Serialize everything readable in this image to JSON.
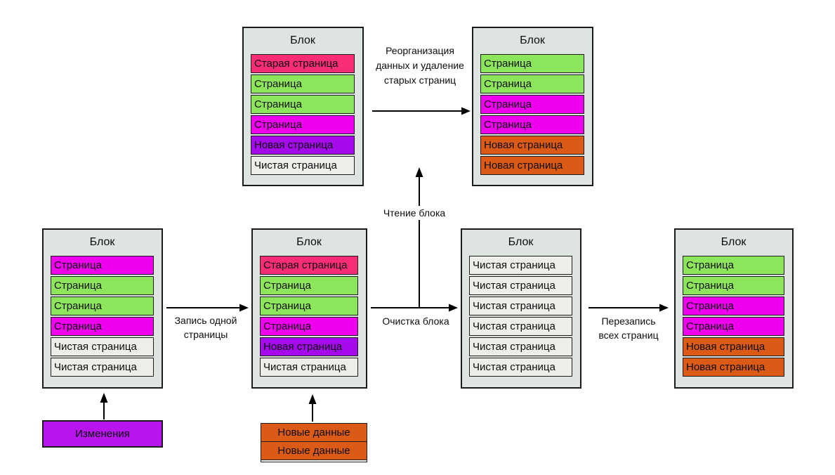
{
  "palette": {
    "green": "#8DE55C",
    "magenta": "#EE00EE",
    "pink": "#F92D76",
    "purple": "#A50AEC",
    "orange": "#DB5A15",
    "clean": "#EDEDEA",
    "changes_purple": "#B714EE",
    "block_bg": "#DEE4DF",
    "outline": "#1b1b1b"
  },
  "blocks": [
    {
      "title": "Блок",
      "pages": [
        {
          "label": "Старая страница",
          "color": "pink"
        },
        {
          "label": "Страница",
          "color": "green"
        },
        {
          "label": "Страница",
          "color": "green"
        },
        {
          "label": "Страница",
          "color": "magenta"
        },
        {
          "label": "Новая страница",
          "color": "purple"
        },
        {
          "label": "Чистая страница",
          "color": "clean"
        }
      ]
    },
    {
      "title": "Блок",
      "pages": [
        {
          "label": "Страница",
          "color": "green"
        },
        {
          "label": "Страница",
          "color": "green"
        },
        {
          "label": "Страница",
          "color": "magenta"
        },
        {
          "label": "Страница",
          "color": "magenta"
        },
        {
          "label": "Новая страница",
          "color": "orange"
        },
        {
          "label": "Новая страница",
          "color": "orange"
        }
      ]
    },
    {
      "title": "Блок",
      "pages": [
        {
          "label": "Страница",
          "color": "magenta"
        },
        {
          "label": "Страница",
          "color": "green"
        },
        {
          "label": "Страница",
          "color": "green"
        },
        {
          "label": "Страница",
          "color": "magenta"
        },
        {
          "label": "Чистая страница",
          "color": "clean"
        },
        {
          "label": "Чистая страница",
          "color": "clean"
        }
      ]
    },
    {
      "title": "Блок",
      "pages": [
        {
          "label": "Старая страница",
          "color": "pink"
        },
        {
          "label": "Страница",
          "color": "green"
        },
        {
          "label": "Страница",
          "color": "green"
        },
        {
          "label": "Страница",
          "color": "magenta"
        },
        {
          "label": "Новая страница",
          "color": "purple"
        },
        {
          "label": "Чистая страница",
          "color": "clean"
        }
      ]
    },
    {
      "title": "Блок",
      "pages": [
        {
          "label": "Чистая страница",
          "color": "clean"
        },
        {
          "label": "Чистая страница",
          "color": "clean"
        },
        {
          "label": "Чистая страница",
          "color": "clean"
        },
        {
          "label": "Чистая страница",
          "color": "clean"
        },
        {
          "label": "Чистая страница",
          "color": "clean"
        },
        {
          "label": "Чистая страница",
          "color": "clean"
        }
      ]
    },
    {
      "title": "Блок",
      "pages": [
        {
          "label": "Страница",
          "color": "green"
        },
        {
          "label": "Страница",
          "color": "green"
        },
        {
          "label": "Страница",
          "color": "magenta"
        },
        {
          "label": "Страница",
          "color": "magenta"
        },
        {
          "label": "Новая страница",
          "color": "orange"
        },
        {
          "label": "Новая страница",
          "color": "orange"
        }
      ]
    }
  ],
  "arrows": {
    "reorganize": {
      "label": "Реорганизация данных и удаление старых страниц"
    },
    "read": {
      "label": "Чтение блока"
    },
    "write_one": {
      "label": "Запись одной страницы"
    },
    "erase": {
      "label": "Очистка блока"
    },
    "rewrite_all": {
      "label": "Перезапись всех страниц"
    }
  },
  "boxes": {
    "changes": {
      "label": "Изменения"
    },
    "new_data": {
      "rows": [
        "Новые данные",
        "Новые данные"
      ]
    }
  }
}
